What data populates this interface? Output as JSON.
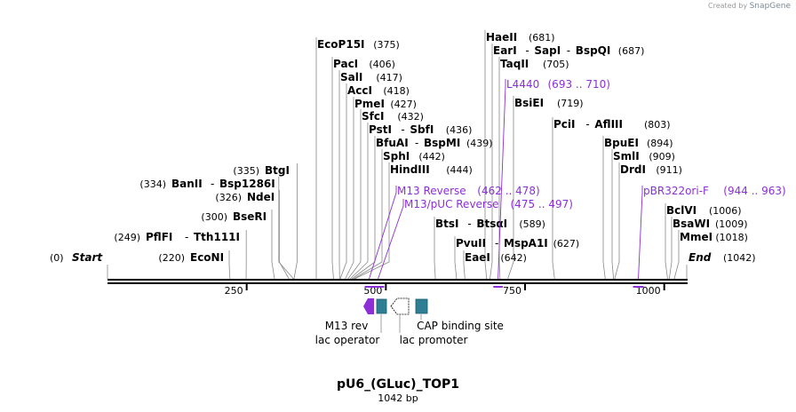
{
  "branding": {
    "prefix": "Created by",
    "name": "SnapGene"
  },
  "sequence": {
    "name": "pU6_(GLuc)_TOP1",
    "length_label": "1042 bp",
    "length": 1042
  },
  "labels": {
    "start": "Start",
    "end": "End"
  },
  "ruler_ticks": [
    "250",
    "500",
    "750",
    "1000"
  ],
  "sites": [
    {
      "names": [
        "EcoP15I"
      ],
      "pos": 375,
      "pos_label": "(375)"
    },
    {
      "names": [
        "PacI"
      ],
      "pos": 406,
      "pos_label": "(406)"
    },
    {
      "names": [
        "SalI"
      ],
      "pos": 417,
      "pos_label": "(417)"
    },
    {
      "names": [
        "AccI"
      ],
      "pos": 418,
      "pos_label": "(418)"
    },
    {
      "names": [
        "PmeI"
      ],
      "pos": 427,
      "pos_label": "(427)"
    },
    {
      "names": [
        "SfcI"
      ],
      "pos": 432,
      "pos_label": "(432)"
    },
    {
      "names": [
        "PstI",
        "SbfI"
      ],
      "pos": 436,
      "pos_label": "(436)"
    },
    {
      "names": [
        "BfuAI",
        "BspMI"
      ],
      "pos": 439,
      "pos_label": "(439)"
    },
    {
      "names": [
        "SphI"
      ],
      "pos": 442,
      "pos_label": "(442)"
    },
    {
      "names": [
        "HindIII"
      ],
      "pos": 444,
      "pos_label": "(444)"
    },
    {
      "names": [
        "BtgI"
      ],
      "pos": 335,
      "pos_label": "(335)"
    },
    {
      "names": [
        "BanII",
        "Bsp1286I"
      ],
      "pos": 334,
      "pos_label": "(334)"
    },
    {
      "names": [
        "NdeI"
      ],
      "pos": 326,
      "pos_label": "(326)"
    },
    {
      "names": [
        "BseRI"
      ],
      "pos": 300,
      "pos_label": "(300)"
    },
    {
      "names": [
        "PflFI",
        "Tth111I"
      ],
      "pos": 249,
      "pos_label": "(249)"
    },
    {
      "names": [
        "EcoNI"
      ],
      "pos": 220,
      "pos_label": "(220)"
    },
    {
      "names": [
        "HaeII"
      ],
      "pos": 681,
      "pos_label": "(681)"
    },
    {
      "names": [
        "EarI",
        "SapI",
        "BspQI"
      ],
      "pos": 687,
      "pos_label": "(687)"
    },
    {
      "names": [
        "TaqII"
      ],
      "pos": 705,
      "pos_label": "(705)"
    },
    {
      "names": [
        "BsiEI"
      ],
      "pos": 719,
      "pos_label": "(719)"
    },
    {
      "names": [
        "PciI",
        "AflIII"
      ],
      "pos": 803,
      "pos_label": "(803)"
    },
    {
      "names": [
        "BtsI",
        "BtsαI"
      ],
      "pos": 589,
      "pos_label": "(589)"
    },
    {
      "names": [
        "PvuII",
        "MspA1I"
      ],
      "pos": 627,
      "pos_label": "(627)"
    },
    {
      "names": [
        "EaeI"
      ],
      "pos": 642,
      "pos_label": "(642)"
    },
    {
      "names": [
        "BpuEI"
      ],
      "pos": 894,
      "pos_label": "(894)"
    },
    {
      "names": [
        "SmlI"
      ],
      "pos": 909,
      "pos_label": "(909)"
    },
    {
      "names": [
        "DrdI"
      ],
      "pos": 911,
      "pos_label": "(911)"
    },
    {
      "names": [
        "BclVI"
      ],
      "pos": 1006,
      "pos_label": "(1006)"
    },
    {
      "names": [
        "BsaWI"
      ],
      "pos": 1009,
      "pos_label": "(1009)"
    },
    {
      "names": [
        "MmeI"
      ],
      "pos": 1018,
      "pos_label": "(1018)"
    }
  ],
  "start_end": {
    "start_pos_label": "(0)",
    "end_pos_label": "(1042)"
  },
  "primers": [
    {
      "name": "L4440",
      "range": "(693 .. 710)",
      "start": 693,
      "end": 710
    },
    {
      "name": "M13 Reverse",
      "range": "(462 .. 478)",
      "start": 462,
      "end": 478
    },
    {
      "name": "M13/pUC Reverse",
      "range": "(475 .. 497)",
      "start": 475,
      "end": 497
    },
    {
      "name": "pBR322ori-F",
      "range": "(944 .. 963)",
      "start": 944,
      "end": 963
    }
  ],
  "features": [
    {
      "name": "M13 rev",
      "type": "primer_bind"
    },
    {
      "name": "lac operator",
      "type": "protein_bind"
    },
    {
      "name": "lac promoter",
      "type": "promoter"
    },
    {
      "name": "CAP binding site",
      "type": "protein_bind"
    }
  ],
  "colors": {
    "primer": "#8c2fd6",
    "feature_teal": "#2f7f94",
    "line": "#888888"
  }
}
